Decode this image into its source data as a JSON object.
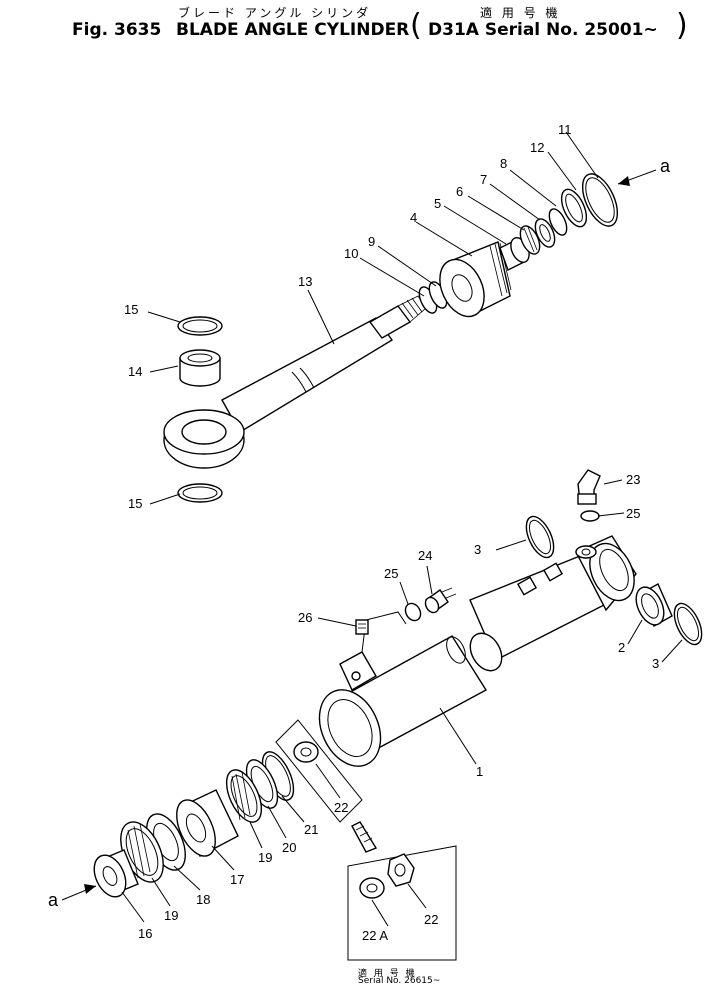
{
  "header": {
    "jp_name": "ブレード アングル シリンダ",
    "jp_applicable": "適 用 号 機",
    "fig_no": "Fig. 3635",
    "title": "BLADE ANGLE CYLINDER",
    "paren_open": "(",
    "applicability": "D31A Serial No. 25001~",
    "paren_close": ")"
  },
  "callouts": [
    "1",
    "2",
    "3",
    "3",
    "4",
    "5",
    "6",
    "7",
    "8",
    "9",
    "10",
    "11",
    "12",
    "13",
    "14",
    "15",
    "15",
    "16",
    "17",
    "18",
    "19",
    "19",
    "20",
    "21",
    "22",
    "22",
    "22 A",
    "23",
    "24",
    "25",
    "25",
    "26"
  ],
  "ref_marker": "a",
  "footer": {
    "jp": "適 用 号 機",
    "serial": "Serial No. 26615~"
  }
}
